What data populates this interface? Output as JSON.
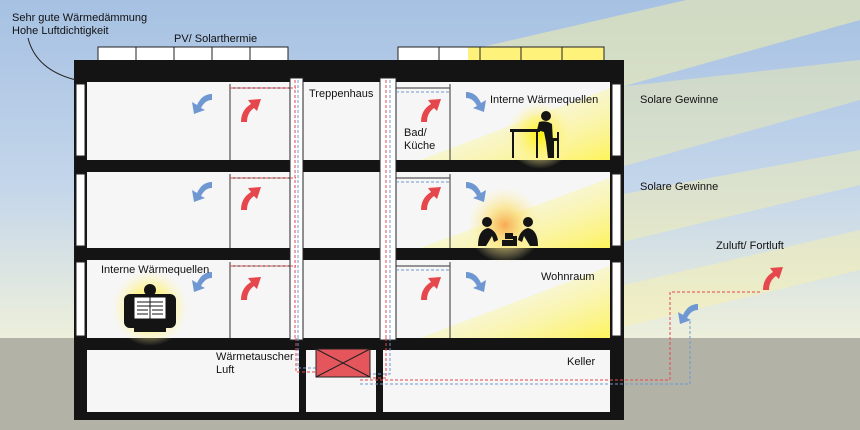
{
  "labels": {
    "insulation_line1": "Sehr gute Wärmedämmung",
    "insulation_line2": "Hohe Luftdichtigkeit",
    "pv_solar": "PV/ Solarthermie",
    "staircase": "Treppenhaus",
    "internal_heat_top": "Interne Wärmequellen",
    "bath_kitchen_line1": "Bad/",
    "bath_kitchen_line2": "Küche",
    "solar_gains_1": "Solare Gewinne",
    "solar_gains_2": "Solare Gewinne",
    "supply_exhaust": "Zuluft/ Fortluft",
    "internal_heat_left": "Interne Wärmequellen",
    "living_room": "Wohnraum",
    "heat_exchanger_line1": "Wärmetauscher",
    "heat_exchanger_line2": "Luft",
    "basement": "Keller"
  },
  "colors": {
    "sky_top": "#a9c4e4",
    "sky_bottom": "#eef0dd",
    "ground": "#b3b2a7",
    "wall": "#141414",
    "room": "#f6f6f6",
    "sun_glow": "#fff000",
    "warm_arrow": "#e5474c",
    "cool_arrow": "#6f98d2",
    "heat_exchanger": "#e5565c"
  },
  "icons": {
    "arrows": "curved-circulation-arrow-icons",
    "persons": "person-reading-icon, person-at-desk-icon, children-playing-icon"
  }
}
